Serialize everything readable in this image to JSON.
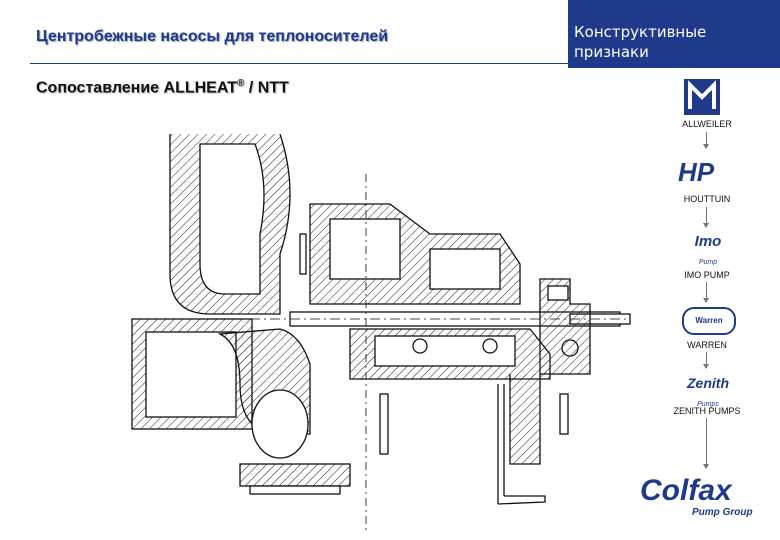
{
  "header": {
    "title": "Центробежные насосы для теплоносителей",
    "side_panel": "Конструктивные признаки"
  },
  "subtitle": {
    "text": "Сопоставление  ALLHEAT",
    "registered": "®",
    "suffix": " / NTT"
  },
  "brands": {
    "allweiler": "ALLWEILER",
    "houttuin": "HOUTTUIN",
    "imo": "IMO PUMP",
    "warren": "WARREN",
    "zenith": "ZENITH PUMPS",
    "colfax": "Colfax",
    "colfax_sub": "Pump Group"
  },
  "logo_text": {
    "hp": "HP",
    "imo": "Imo",
    "imo_sub": "Pump",
    "warren": "Warren",
    "zenith": "Zenith",
    "zenith_sub": "Pumps"
  },
  "colors": {
    "accent": "#1f3a8a",
    "imo_green": "#2f8f3a",
    "colfax_blue": "#1f3a8a"
  }
}
